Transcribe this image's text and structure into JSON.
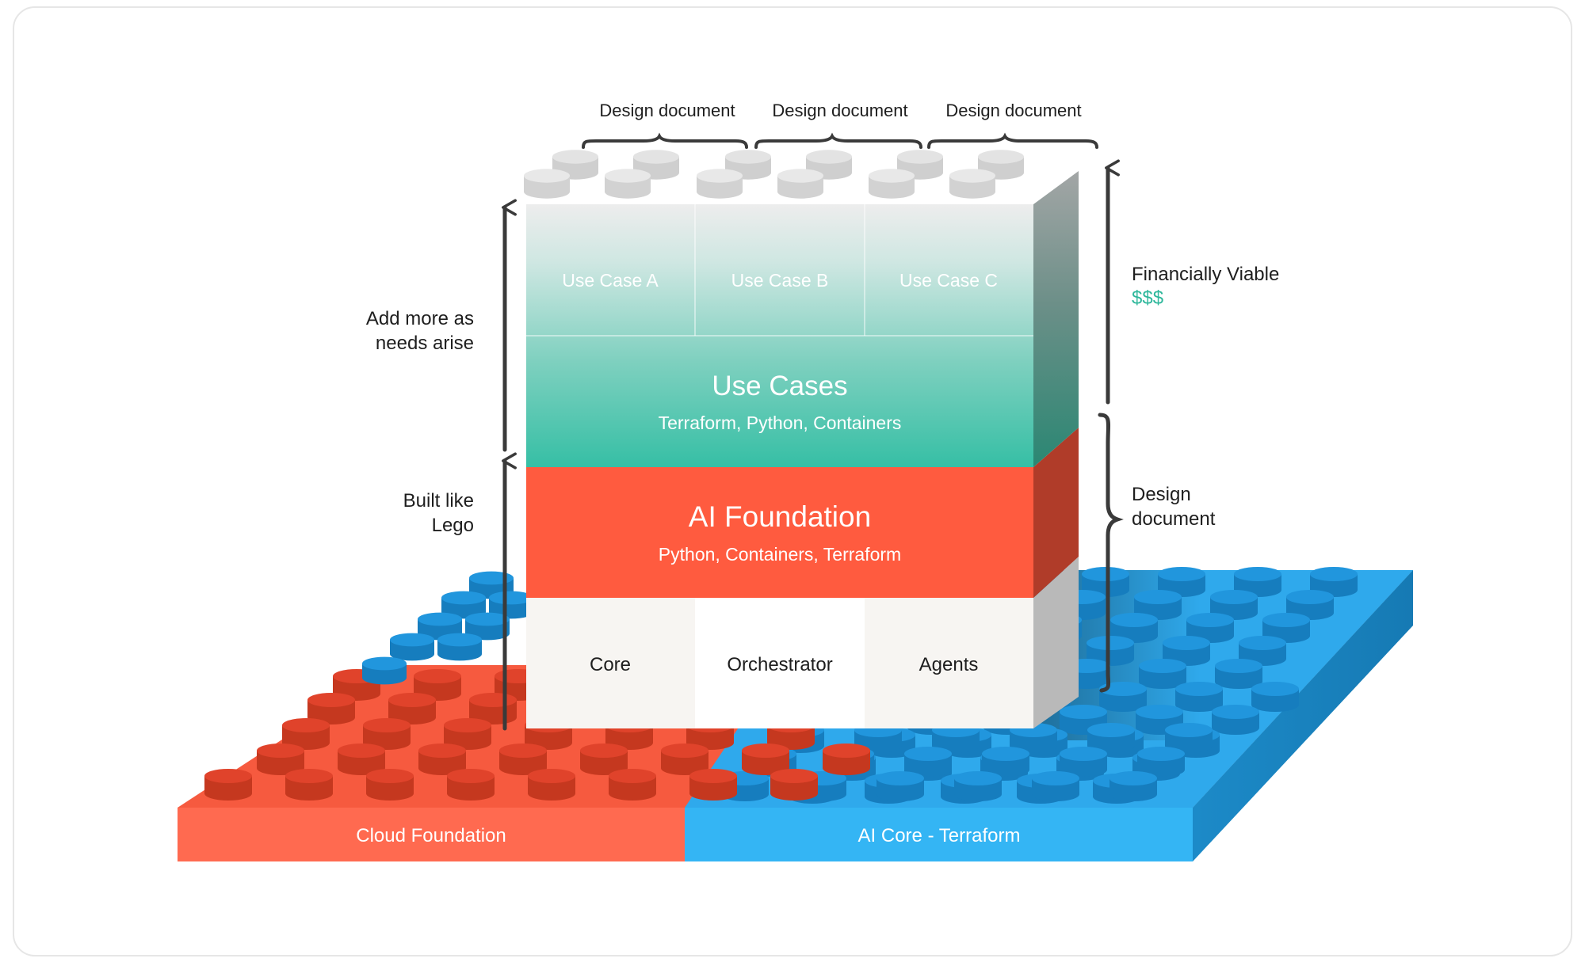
{
  "colors": {
    "red": "#FF6448",
    "blue": "#34B5F4",
    "teal": "#36BFA5",
    "money": "#2EB79B",
    "arrow": "#3A3A3A"
  },
  "baseplates": {
    "left_label": "Cloud Foundation",
    "right_label": "AI Core - Terraform"
  },
  "layers": {
    "core_modules": [
      "Core",
      "Orchestrator",
      "Agents"
    ],
    "ai_foundation": {
      "title": "AI Foundation",
      "subtitle": "Python, Containers, Terraform"
    },
    "use_cases": {
      "title": "Use Cases",
      "subtitle": "Terraform, Python, Containers",
      "items": [
        "Use Case A",
        "Use Case B",
        "Use Case C"
      ]
    }
  },
  "top_annotations": [
    "Design document",
    "Design document",
    "Design document"
  ],
  "left_annotations": {
    "upper": [
      "Add more as",
      "needs arise"
    ],
    "lower": [
      "Built like",
      "Lego"
    ]
  },
  "right_annotations": {
    "upper_title": "Financially Viable",
    "upper_value": "$$$",
    "lower": [
      "Design",
      "document"
    ]
  }
}
